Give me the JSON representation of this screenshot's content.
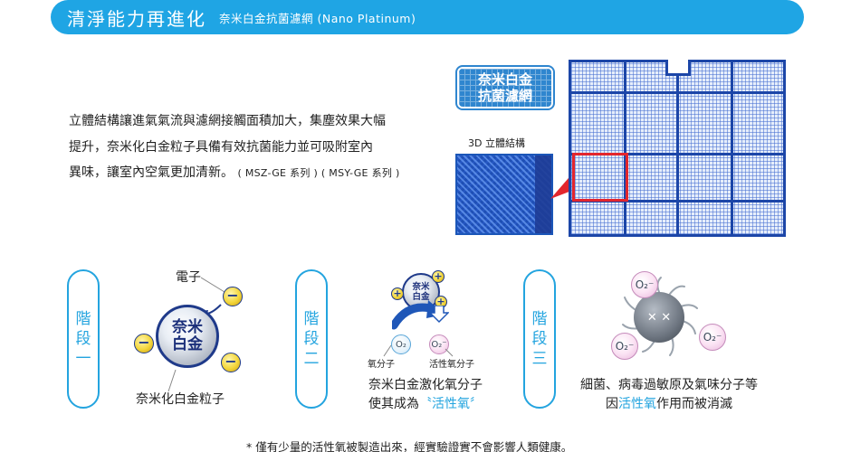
{
  "header": {
    "title": "清淨能力再進化",
    "subtitle": "奈米白金抗菌濾網 (Nano Platinum)"
  },
  "description": {
    "line1": "立體結構讓進氣氣流與濾網接觸面積加大，集塵效果大幅",
    "line2": "提升，奈米化白金粒子具備有效抗菌能力並可吸附室內",
    "line3": "異味，讓室內空氣更加清新。",
    "models": "( MSZ-GE 系列 ) ( MSY-GE 系列 )"
  },
  "filter_illustration": {
    "badge_line1": "奈米白金",
    "badge_line2": "抗菌濾網",
    "label_3d": "3D 立體結構"
  },
  "steps": [
    {
      "label_top": "階",
      "label_bottom": "段",
      "number": "一"
    },
    {
      "label_top": "階",
      "label_bottom": "段",
      "number": "二"
    },
    {
      "label_top": "階",
      "label_bottom": "段",
      "number": "三"
    }
  ],
  "step1": {
    "core_line1": "奈米",
    "core_line2": "白金",
    "electron_label": "電子",
    "electron_symbol": "−",
    "caption": "奈米化白金粒子"
  },
  "step2": {
    "core_line1": "奈米",
    "core_line2": "白金",
    "electron_symbol": "+",
    "oxygen_symbol": "O₂",
    "active_oxygen_symbol": "O₂⁻",
    "oxygen_label": "氧分子",
    "active_oxygen_label": "活性氧分子",
    "caption_line1": "奈米白金激化氧分子",
    "caption_line2_prefix": "使其成為",
    "caption_line2_highlight": "〝活性氧〞"
  },
  "step3": {
    "active_oxygen_symbol": "O₂⁻",
    "germ_face": "✕ ✕",
    "caption_line1": "細菌、病毒過敏原及氣味分子等",
    "caption_line2_prefix": "因",
    "caption_line2_highlight": "活性氧",
    "caption_line2_suffix": "作用而被消滅"
  },
  "footnote": "* 僅有少量的活性氧被製造出來，經實驗證實不會影響人類健康。",
  "colors": {
    "header_blue": "#1fa5e4",
    "accent_blue": "#23a4df",
    "filter_blue": "#1c46a8",
    "highlight_red": "#e3262d",
    "electron_gold": "#f3d63a"
  }
}
